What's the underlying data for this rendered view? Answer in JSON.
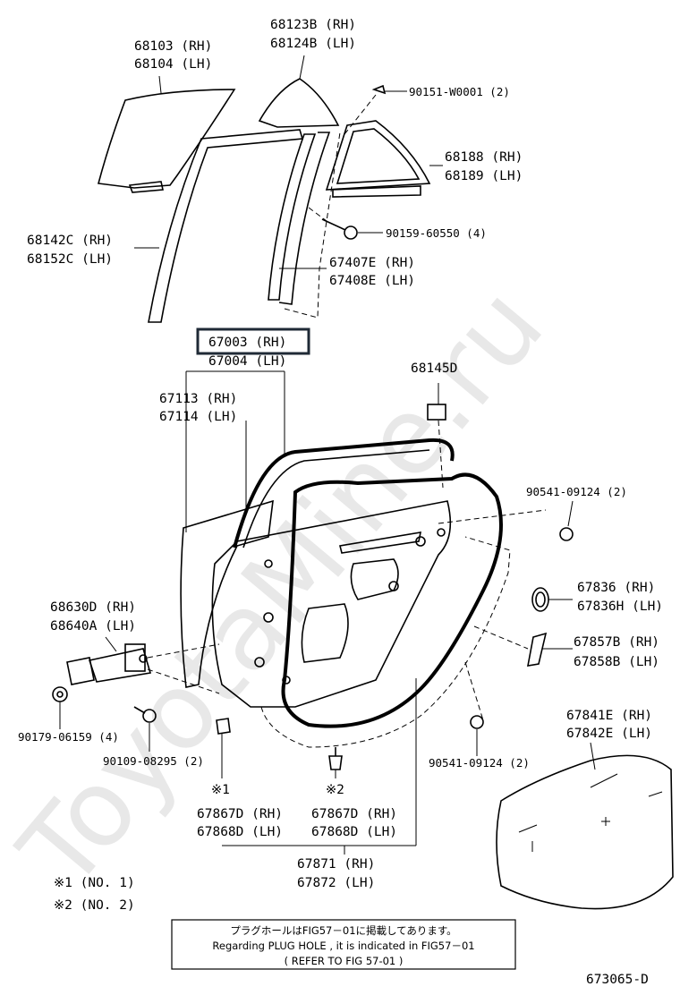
{
  "watermark": "ToyotaMine.ru",
  "diagram_code": "673065-D",
  "highlight_color": "#1f2a36",
  "labels": {
    "quarter_glass": [
      "68103 (RH)",
      "68104 (LH)"
    ],
    "corner_piece": [
      "68123B (RH)",
      "68124B (LH)"
    ],
    "screw_top": "90151-W0001 (2)",
    "quarter_window": [
      "68188 (RH)",
      "68189 (LH)"
    ],
    "run_channel": [
      "68142C (RH)",
      "68152C (LH)"
    ],
    "bolt_mid": "90159-60550 (4)",
    "division_bar": [
      "67407E (RH)",
      "67408E (LH)"
    ],
    "door_panel": [
      "67003 (RH)",
      "67004 (LH)"
    ],
    "outer_panel": [
      "67113 (RH)",
      "67114 (LH)"
    ],
    "plug": "68145D",
    "clip_a": "90541-09124 (2)",
    "hole_cover": [
      "67836  (RH)",
      "67836H (LH)"
    ],
    "hinge": [
      "68630D (RH)",
      "68640A (LH)"
    ],
    "pad": [
      "67857B (RH)",
      "67858B (LH)"
    ],
    "nut_hinge": "90179-06159 (4)",
    "bolt_hinge": "90109-08295 (2)",
    "clip_b": "90541-09124 (2)",
    "service_cover": [
      "67841E (RH)",
      "67842E (LH)"
    ],
    "mark1": "※1",
    "mark2": "※2",
    "clip1": [
      "67867D (RH)",
      "67868D (LH)"
    ],
    "clip2": [
      "67867D (RH)",
      "67868D (LH)"
    ],
    "weatherstrip": [
      "67871 (RH)",
      "67872 (LH)"
    ],
    "legend1": "※1  (NO. 1)",
    "legend2": "※2  (NO. 2)"
  },
  "note": {
    "line1": "プラグホールはFIG57－01に掲載してあります。",
    "line2": "Regarding  PLUG HOLE , it is indicated in FIG57－01",
    "line3": "( REFER  TO  FIG 57-01 )"
  }
}
